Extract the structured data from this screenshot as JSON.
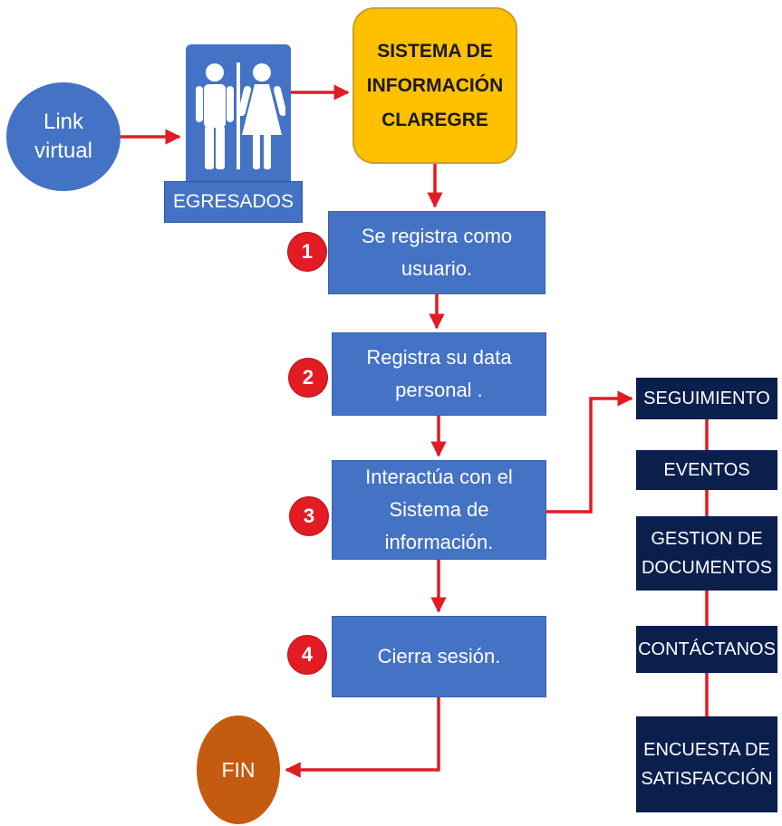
{
  "start": {
    "label": "Link\nvirtual"
  },
  "actor": {
    "icon": "restroom-people-icon",
    "label": "EGRESADOS"
  },
  "system": {
    "label": "SISTEMA DE\nINFORMACIÓN\nCLAREGRE"
  },
  "steps": [
    {
      "number": "1",
      "label": "Se registra como\nusuario."
    },
    {
      "number": "2",
      "label": "Registra su data\npersonal ."
    },
    {
      "number": "3",
      "label": "Interactúa con el\nSistema de\ninformación."
    },
    {
      "number": "4",
      "label": "Cierra sesión."
    }
  ],
  "end": {
    "label": "FIN"
  },
  "menu": [
    {
      "label": "SEGUIMIENTO"
    },
    {
      "label": "EVENTOS"
    },
    {
      "label": "GESTION DE\nDOCUMENTOS"
    },
    {
      "label": "CONTÁCTANOS"
    },
    {
      "label": "ENCUESTA DE\nSATISFACCIÓN"
    }
  ],
  "colors": {
    "box_blue": "#4472c4",
    "system_yellow": "#ffc000",
    "badge_red": "#e31b23",
    "end_orange": "#c55a11",
    "menu_navy": "#0b1f4d",
    "connector_red": "#e31b23"
  }
}
